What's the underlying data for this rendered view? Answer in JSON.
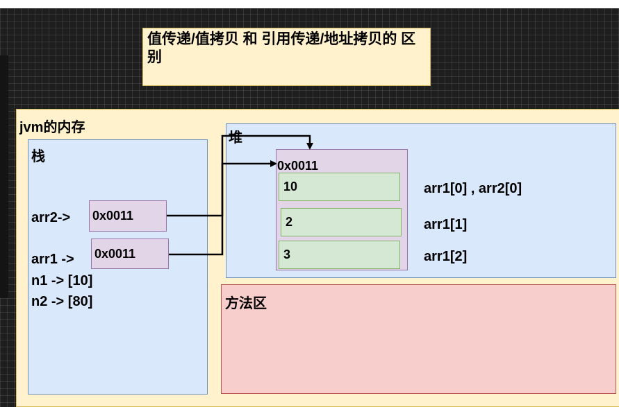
{
  "title": "值传递/值拷贝 和  引用传递/地址拷贝的 区别",
  "jvm": {
    "label": "jvm的内存",
    "stack": {
      "label": "栈",
      "arr2_label": "arr2->",
      "arr2_value": "0x0011",
      "arr1_label": "arr1 ->",
      "arr1_value": "0x0011",
      "n1": "n1 -> [10]",
      "n2": "n2 -> [80]"
    },
    "heap": {
      "label": "堆",
      "address": "0x0011",
      "cells": [
        "10",
        "2",
        "3"
      ],
      "cell_labels": [
        "arr1[0] , arr2[0]",
        "arr1[1]",
        "arr1[2]"
      ]
    },
    "method_area": {
      "label": "方法区"
    }
  },
  "colors": {
    "yellow_fill": "#fff2cc",
    "blue_fill": "#dae8fc",
    "red_fill": "#f8cecc",
    "purple_fill": "#e1d5e7",
    "green_fill": "#d5e8d4"
  }
}
